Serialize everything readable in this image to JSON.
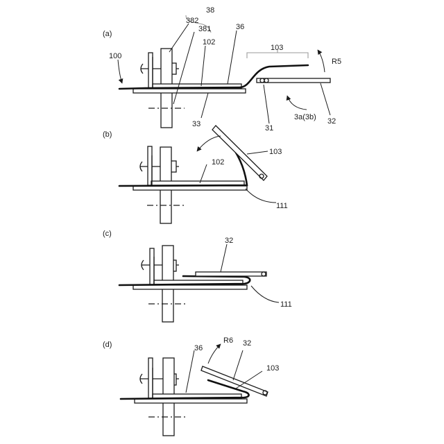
{
  "panels": [
    {
      "letter": "(a)"
    },
    {
      "letter": "(b)"
    },
    {
      "letter": "(c)"
    },
    {
      "letter": "(d)"
    }
  ],
  "labels": {
    "a": {
      "n38": "38",
      "n382": "382",
      "n381": "381",
      "n36": "36",
      "n102": "102",
      "n100": "100",
      "n103": "103",
      "R5": "R5",
      "n33": "33",
      "n31": "31",
      "n3a": "3a(3b)",
      "n32": "32"
    },
    "b": {
      "n102": "102",
      "n103": "103",
      "n111": "111"
    },
    "c": {
      "n32": "32",
      "n111": "111"
    },
    "d": {
      "n36": "36",
      "R6": "R6",
      "n32": "32",
      "n103": "103"
    }
  }
}
